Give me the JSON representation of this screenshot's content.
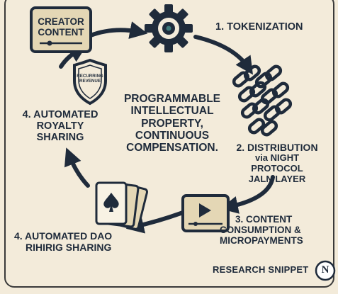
{
  "icons": {
    "creator": "creator-content-box",
    "gear": "gear-icon",
    "chain": "chain-links-icon",
    "video": "video-play-icon",
    "cards": "playing-cards-icon",
    "shield": "shield-badge-icon",
    "logo": "night-logo-icon"
  },
  "colors": {
    "navy": "#1f2b3b",
    "teal": "#3e7a7a",
    "cream": "#f3ebda",
    "box": "#e4d7b5"
  },
  "creator": {
    "line1": "CREATOR",
    "line2": "CONTENT"
  },
  "shield": {
    "line1": "RECURRING",
    "line2": "REVENUE"
  },
  "steps": {
    "tokenization": "1. TOKENIZATION",
    "distribution": {
      "line1": "2. DISTRIBUTION",
      "line2": "via NIGHT",
      "line3": "PROTOCOL",
      "line4": "JALN LAYER"
    },
    "consumption": {
      "line1": "3. CONTENT",
      "line2": "CONSUMPTION &",
      "line3": "MICROPAYMENTS"
    },
    "dao": {
      "line1": "4. AUTOMATED DAO",
      "line2": "RIHIRIG SHARING"
    },
    "royalty": {
      "line1": "4. AUTOMATED",
      "line2": "ROYALTY",
      "line3": "SHARING"
    }
  },
  "center": {
    "line1": "PROGRAMMABLE",
    "line2": "INTELLECTUAL",
    "line3": "PROPERTY,",
    "line4": "CONTINUOUS",
    "line5": "COMPENSATION."
  },
  "footer": {
    "label": "RESEARCH SNIPPET",
    "logo_letter": "N"
  }
}
